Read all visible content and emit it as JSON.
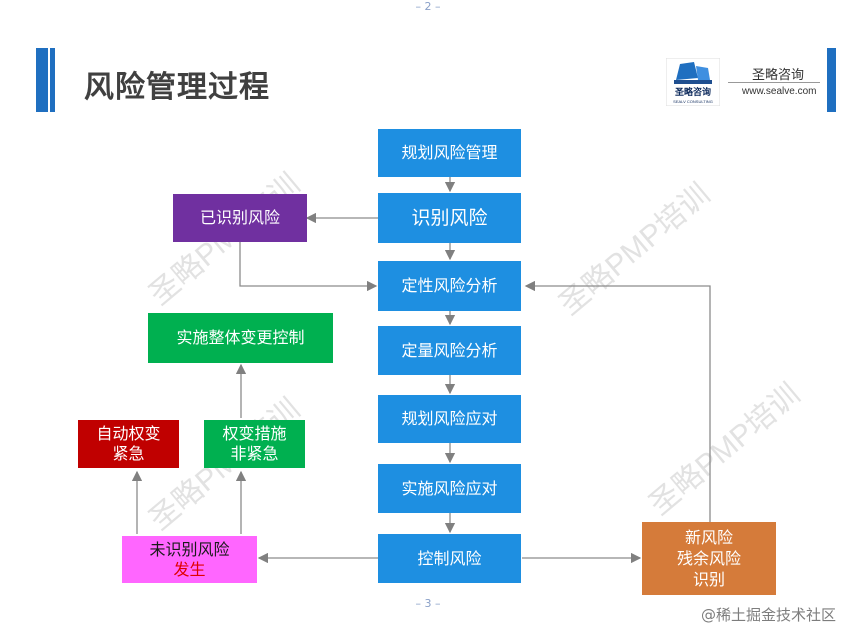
{
  "page": {
    "top_number": "– 2 –",
    "bottom_number": "– 3 –",
    "title": "风险管理过程"
  },
  "brand": {
    "logo_text": "圣略咨询",
    "logo_sub": "SEALV CONSULTING",
    "name": "圣略咨询",
    "url": "www.sealve.com"
  },
  "watermark": "圣略PMP培训",
  "footer": "@稀土掘金技术社区",
  "nodes": {
    "plan_risk": "规划风险管理",
    "identify_risk": "识别风险",
    "identified_risks": "已识别风险",
    "qualitative": "定性风险分析",
    "quantitative": "定量风险分析",
    "plan_response": "规划风险应对",
    "implement_response": "实施风险应对",
    "control_risk": "控制风险",
    "integrated_change": "实施整体变更控制",
    "auto_contingency": [
      "自动权变",
      "紧急"
    ],
    "workaround": [
      "权变措施",
      "非紧急"
    ],
    "unidentified": [
      "未识别风险",
      "发生"
    ],
    "new_risk": [
      "新风险",
      "残余风险",
      "识别"
    ]
  },
  "colors": {
    "blue": "#1e8fe1",
    "purple": "#7030a0",
    "green": "#00b050",
    "red": "#c00000",
    "pink": "#ff66ff",
    "orange": "#d57b3a",
    "arrow": "#808080"
  }
}
